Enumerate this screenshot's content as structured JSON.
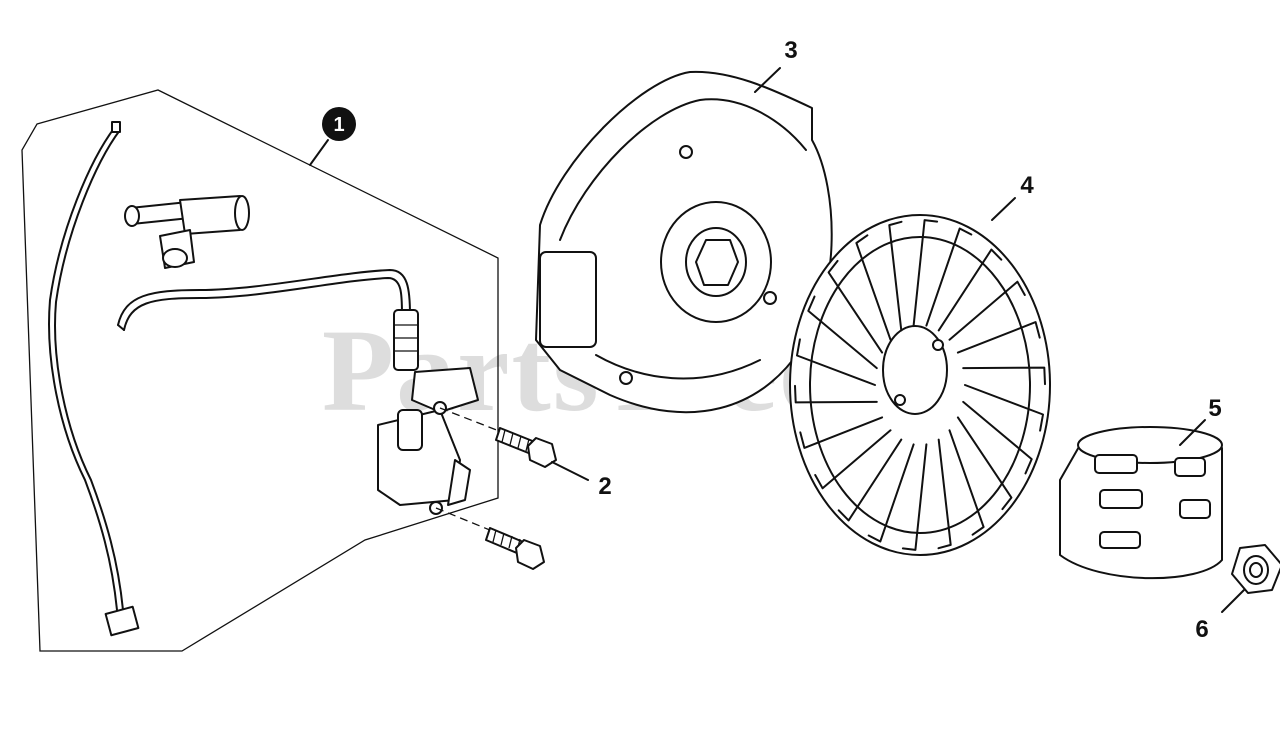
{
  "watermark": {
    "text": "PartsTree"
  },
  "callouts": [
    {
      "id": "1",
      "label": "1",
      "style": "circle"
    },
    {
      "id": "2",
      "label": "2",
      "style": "plain"
    },
    {
      "id": "3",
      "label": "3",
      "style": "plain"
    },
    {
      "id": "4",
      "label": "4",
      "style": "plain"
    },
    {
      "id": "5",
      "label": "5",
      "style": "plain"
    },
    {
      "id": "6",
      "label": "6",
      "style": "plain"
    }
  ],
  "colors": {
    "line": "#111111",
    "watermark": "#cfcfcf",
    "background": "#ffffff"
  }
}
